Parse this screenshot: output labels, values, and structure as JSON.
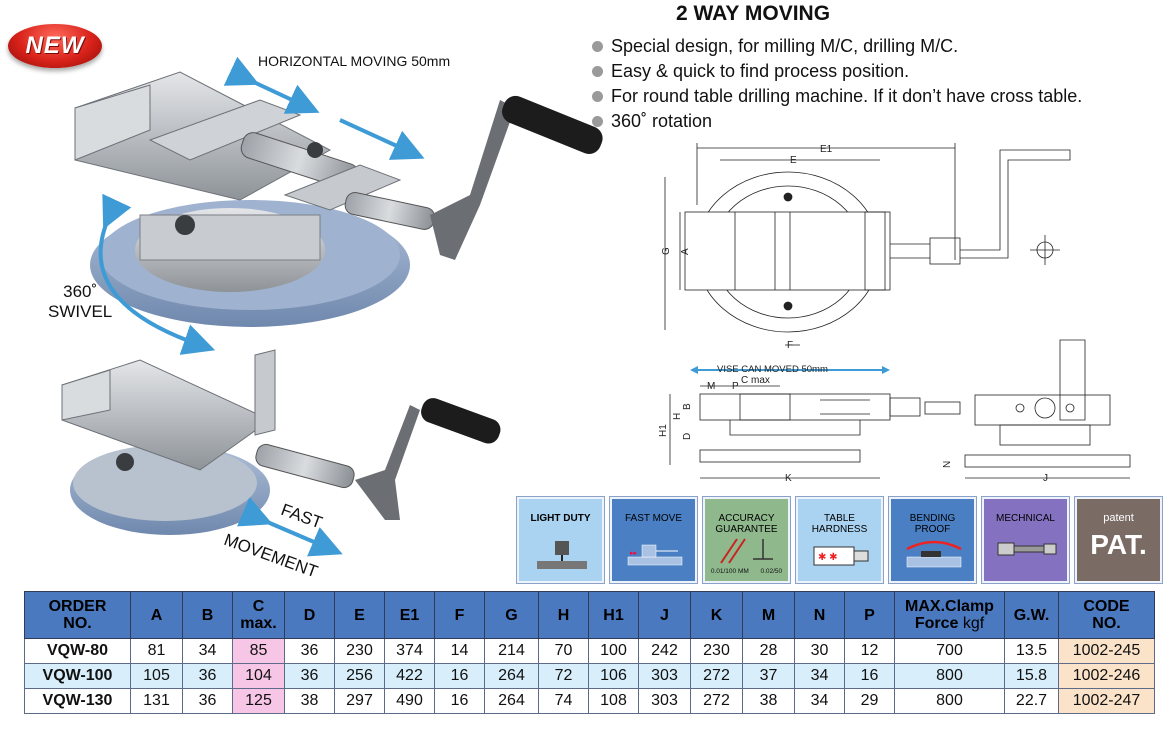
{
  "badge": {
    "text": "NEW"
  },
  "title": "2 WAY MOVING",
  "bullets": [
    "Special design, for milling M/C, drilling M/C.",
    "Easy & quick to find process position.",
    "For round table drilling machine. If it don’t have cross table.",
    "360˚ rotation"
  ],
  "photo_captions": {
    "horizontal": "HORIZONTAL MOVING 50mm",
    "swivel_line1": "360˚",
    "swivel_line2": "SWIVEL",
    "fast": "FAST",
    "movement": "MOVEMENT"
  },
  "drawing_labels": {
    "e1": "E1",
    "e": "E",
    "g": "G",
    "a": "A",
    "f": "F",
    "vise_moved": "VISE CAN MOVED 50mm",
    "m": "M",
    "p": "P",
    "cmax": "C max",
    "h1": "H1",
    "h": "H",
    "b": "B",
    "d": "D",
    "k": "K",
    "n": "N",
    "j": "J"
  },
  "feature_icons": [
    {
      "label": "LIGHT DUTY",
      "color": "#a9d3f0"
    },
    {
      "label": "FAST MOVE",
      "color": "#4b7fc3"
    },
    {
      "label": "ACCURACY GUARANTEE",
      "sub1": "0.01/100 MM",
      "sub2": "0.02/50",
      "color": "#8fb98d"
    },
    {
      "label": "TABLE HARDNESS",
      "color": "#a9d3f0"
    },
    {
      "label": "BENDING PROOF",
      "color": "#4b7fc3"
    },
    {
      "label": "MECHNICAL",
      "color": "#8472c0"
    },
    {
      "label": "patent",
      "big": "PAT.",
      "color": "#7a6b64"
    }
  ],
  "table": {
    "headers": [
      [
        "ORDER",
        "NO."
      ],
      [
        "A"
      ],
      [
        "B"
      ],
      [
        "C",
        "max."
      ],
      [
        "D"
      ],
      [
        "E"
      ],
      [
        "E1"
      ],
      [
        "F"
      ],
      [
        "G"
      ],
      [
        "H"
      ],
      [
        "H1"
      ],
      [
        "J"
      ],
      [
        "K"
      ],
      [
        "M"
      ],
      [
        "N"
      ],
      [
        "P"
      ],
      [
        "MAX.Clamp",
        "Force"
      ],
      [
        "G.W."
      ],
      [
        "CODE",
        "NO."
      ]
    ],
    "clamp_unit": "kgf",
    "rows": [
      [
        "VQW-80",
        "81",
        "34",
        "85",
        "36",
        "230",
        "374",
        "14",
        "214",
        "70",
        "100",
        "242",
        "230",
        "28",
        "30",
        "12",
        "700",
        "13.5",
        "1002-245"
      ],
      [
        "VQW-100",
        "105",
        "36",
        "104",
        "36",
        "256",
        "422",
        "16",
        "264",
        "72",
        "106",
        "303",
        "272",
        "37",
        "34",
        "16",
        "800",
        "15.8",
        "1002-246"
      ],
      [
        "VQW-130",
        "131",
        "36",
        "125",
        "38",
        "297",
        "490",
        "16",
        "264",
        "74",
        "108",
        "303",
        "272",
        "38",
        "34",
        "29",
        "800",
        "22.7",
        "1002-247"
      ]
    ]
  },
  "colors": {
    "header_blue": "#4a79c0",
    "row_alt": "#d8eefa",
    "cmax_pink": "#f7c6e6",
    "code_peach": "#fbe3c9",
    "arrow_blue": "#3e9bd6",
    "badge_red": "#d8221a"
  }
}
